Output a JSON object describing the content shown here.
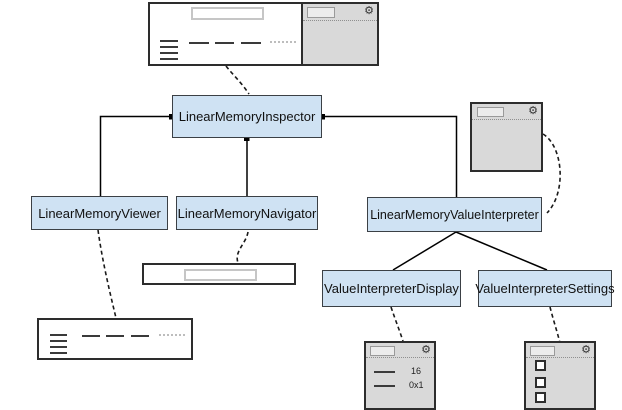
{
  "diagram": {
    "title_hint": "LinearMemoryInspector component architecture",
    "icons": {
      "gear": "⚙"
    },
    "colors": {
      "class_fill": "#cfe2f3",
      "class_border": "#3b4045",
      "mock_border": "#2d2d2d",
      "panel_fill": "#d9d9d9",
      "edge_solid": "#000000",
      "edge_dashed": "#1a1a1a",
      "background": "#ffffff"
    },
    "classes": {
      "inspector": {
        "label": "LinearMemoryInspector"
      },
      "viewer": {
        "label": "LinearMemoryViewer"
      },
      "navigator": {
        "label": "LinearMemoryNavigator"
      },
      "value_interpreter": {
        "label": "LinearMemoryValueInterpreter"
      },
      "display": {
        "label": "ValueInterpreterDisplay"
      },
      "settings": {
        "label": "ValueInterpreterSettings"
      }
    },
    "display_mock": {
      "rows": [
        {
          "value": "16"
        },
        {
          "value": "0x1"
        }
      ]
    },
    "edges": {
      "solid": [
        "inspector→viewer",
        "inspector→navigator",
        "inspector→value_interpreter",
        "value_interpreter→display",
        "value_interpreter→settings"
      ],
      "dashed": [
        "inspector-mock→inspector",
        "viewer→viewer-mock",
        "navigator→navigator-mock",
        "toolbar-mock→value_interpreter",
        "display→display-mock",
        "settings→settings-mock"
      ]
    }
  }
}
